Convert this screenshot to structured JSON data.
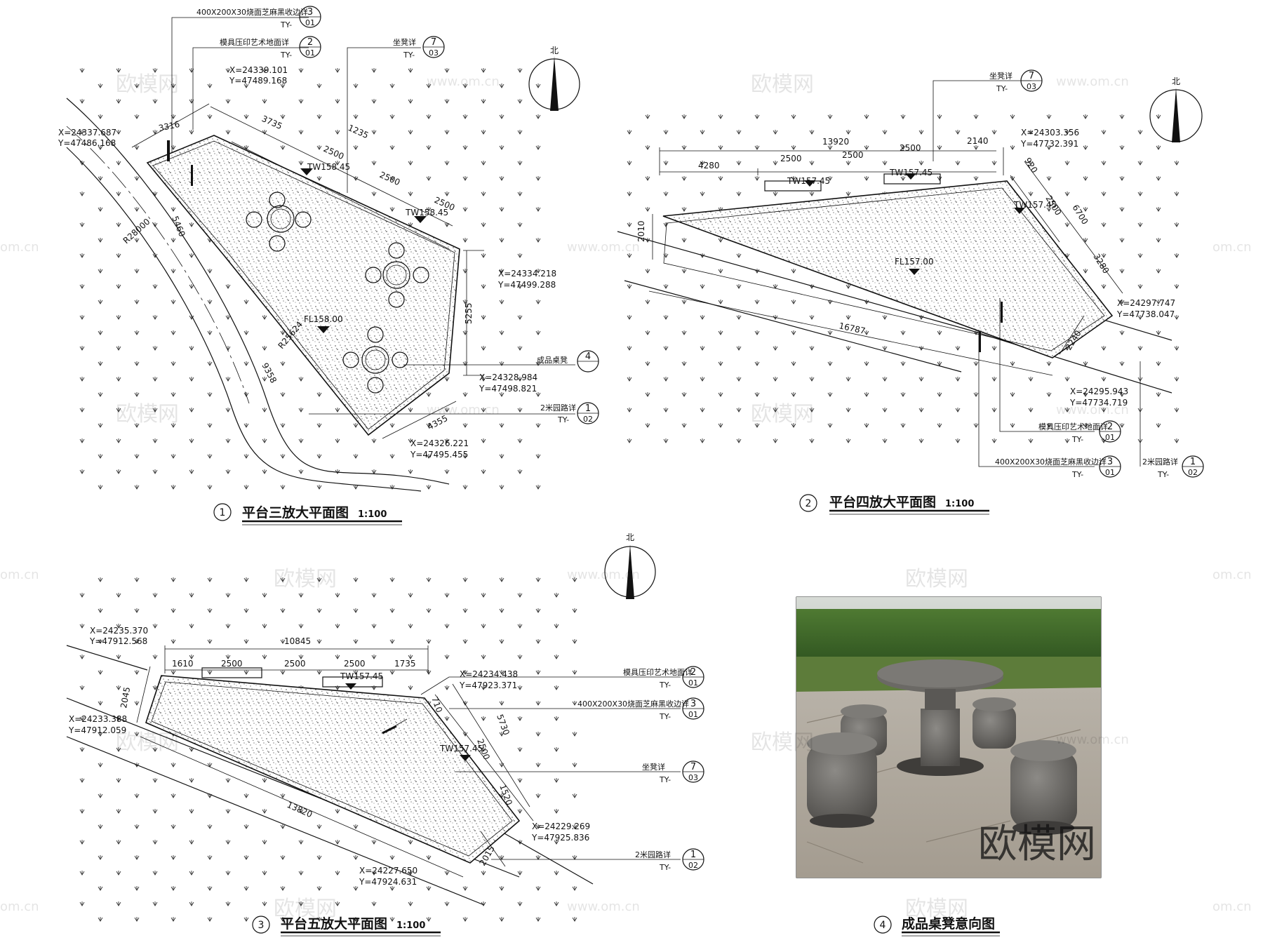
{
  "watermark": {
    "brand": "欧模网",
    "url": "www.om.cn",
    "url_short": "om.cn"
  },
  "north_label": "北",
  "plan1": {
    "num": "1",
    "title": "平台三放大平面图",
    "scale": "1:100",
    "coords": {
      "p1": [
        "X=24337.687",
        "Y=47486.168"
      ],
      "p2": [
        "X=24339.101",
        "Y=47489.168"
      ],
      "p3": [
        "X=24334.218",
        "Y=47499.288"
      ],
      "p4": [
        "X=24328.984",
        "Y=47498.821"
      ],
      "p5": [
        "X=24326.221",
        "Y=47495.455"
      ]
    },
    "dims": {
      "d3316": "3316",
      "d3735": "3735",
      "d1235": "1235",
      "d2500a": "2500",
      "d2500b": "2500",
      "d2500c": "2500",
      "d5460": "5460",
      "d5255": "5255",
      "d9358": "9358",
      "d4355": "4355"
    },
    "radii": {
      "r1": "R28000",
      "r2": "R25624"
    },
    "levels": {
      "tw1": "TW158.45",
      "tw2": "TW158.45",
      "fl": "FL158.00"
    },
    "callouts": [
      {
        "text": "400X200X30烧面芝麻黑收边详",
        "num": "3",
        "ref": "TY-",
        "sheet": "01"
      },
      {
        "text": "模具压印艺术地面详",
        "num": "2",
        "ref": "TY-",
        "sheet": "01"
      },
      {
        "text": "坐凳详",
        "num": "7",
        "ref": "TY-",
        "sheet": "03"
      },
      {
        "text": "成品桌凳",
        "num": "4",
        "ref": "",
        "sheet": ""
      },
      {
        "text": "2米园路详",
        "num": "1",
        "ref": "TY-",
        "sheet": "02"
      }
    ]
  },
  "plan2": {
    "num": "2",
    "title": "平台四放大平面图",
    "scale": "1:100",
    "coords": {
      "p1": [
        "X=24303.356",
        "Y=47732.391"
      ],
      "p2": [
        "X=24297.747",
        "Y=47738.047"
      ],
      "p3": [
        "X=24295.943",
        "Y=47734.719"
      ]
    },
    "dims": {
      "d13920": "13920",
      "d4280": "4280",
      "d2500a": "2500",
      "d2500b": "2500",
      "d2500c": "2500",
      "d2140": "2140",
      "d2010": "2010",
      "d920": "920",
      "d2500v": "2500",
      "d6700": "6700",
      "d3280": "3280",
      "d16787": "16787",
      "d2240": "2240"
    },
    "levels": {
      "tw1": "TW157.45",
      "tw2": "TW157.45",
      "tw3": "TW157.45",
      "fl": "FL157.00"
    },
    "callouts": [
      {
        "text": "坐凳详",
        "num": "7",
        "ref": "TY-",
        "sheet": "03"
      },
      {
        "text": "模具压印艺术地面详",
        "num": "2",
        "ref": "TY-",
        "sheet": "01"
      },
      {
        "text": "400X200X30烧面芝麻黑收边详",
        "num": "3",
        "ref": "TY-",
        "sheet": "01"
      },
      {
        "text": "2米园路详",
        "num": "1",
        "ref": "TY-",
        "sheet": "02"
      }
    ]
  },
  "plan3": {
    "num": "3",
    "title": "平台五放大平面图",
    "scale": "1:100",
    "coords": {
      "p1": [
        "X=24235.370",
        "Y=47912.568"
      ],
      "p2": [
        "X=24233.388",
        "Y=47912.059"
      ],
      "p3": [
        "X=24234.438",
        "Y=47923.371"
      ],
      "p4": [
        "X=24229.269",
        "Y=47925.836"
      ],
      "p5": [
        "X=24227.650",
        "Y=47924.631"
      ]
    },
    "dims": {
      "d10845": "10845",
      "d1610": "1610",
      "d2500a": "2500",
      "d2500b": "2500",
      "d2500c": "2500",
      "d1735": "1735",
      "d2045": "2045",
      "d710": "710",
      "d2500v": "2500",
      "d5730": "5730",
      "d1520": "1520",
      "d13820": "13820",
      "d2015": "2015"
    },
    "levels": {
      "tw1": "TW157.45",
      "tw2": "TW157.45"
    },
    "callouts": [
      {
        "text": "模具压印艺术地面详",
        "num": "2",
        "ref": "TY-",
        "sheet": "01"
      },
      {
        "text": "400X200X30烧面芝麻黑收边详",
        "num": "3",
        "ref": "TY-",
        "sheet": "01"
      },
      {
        "text": "坐凳详",
        "num": "7",
        "ref": "TY-",
        "sheet": "03"
      },
      {
        "text": "2米园路详",
        "num": "1",
        "ref": "TY-",
        "sheet": "02"
      }
    ]
  },
  "plan4": {
    "num": "4",
    "title": "成品桌凳意向图",
    "photo_watermark": "欧模网"
  }
}
